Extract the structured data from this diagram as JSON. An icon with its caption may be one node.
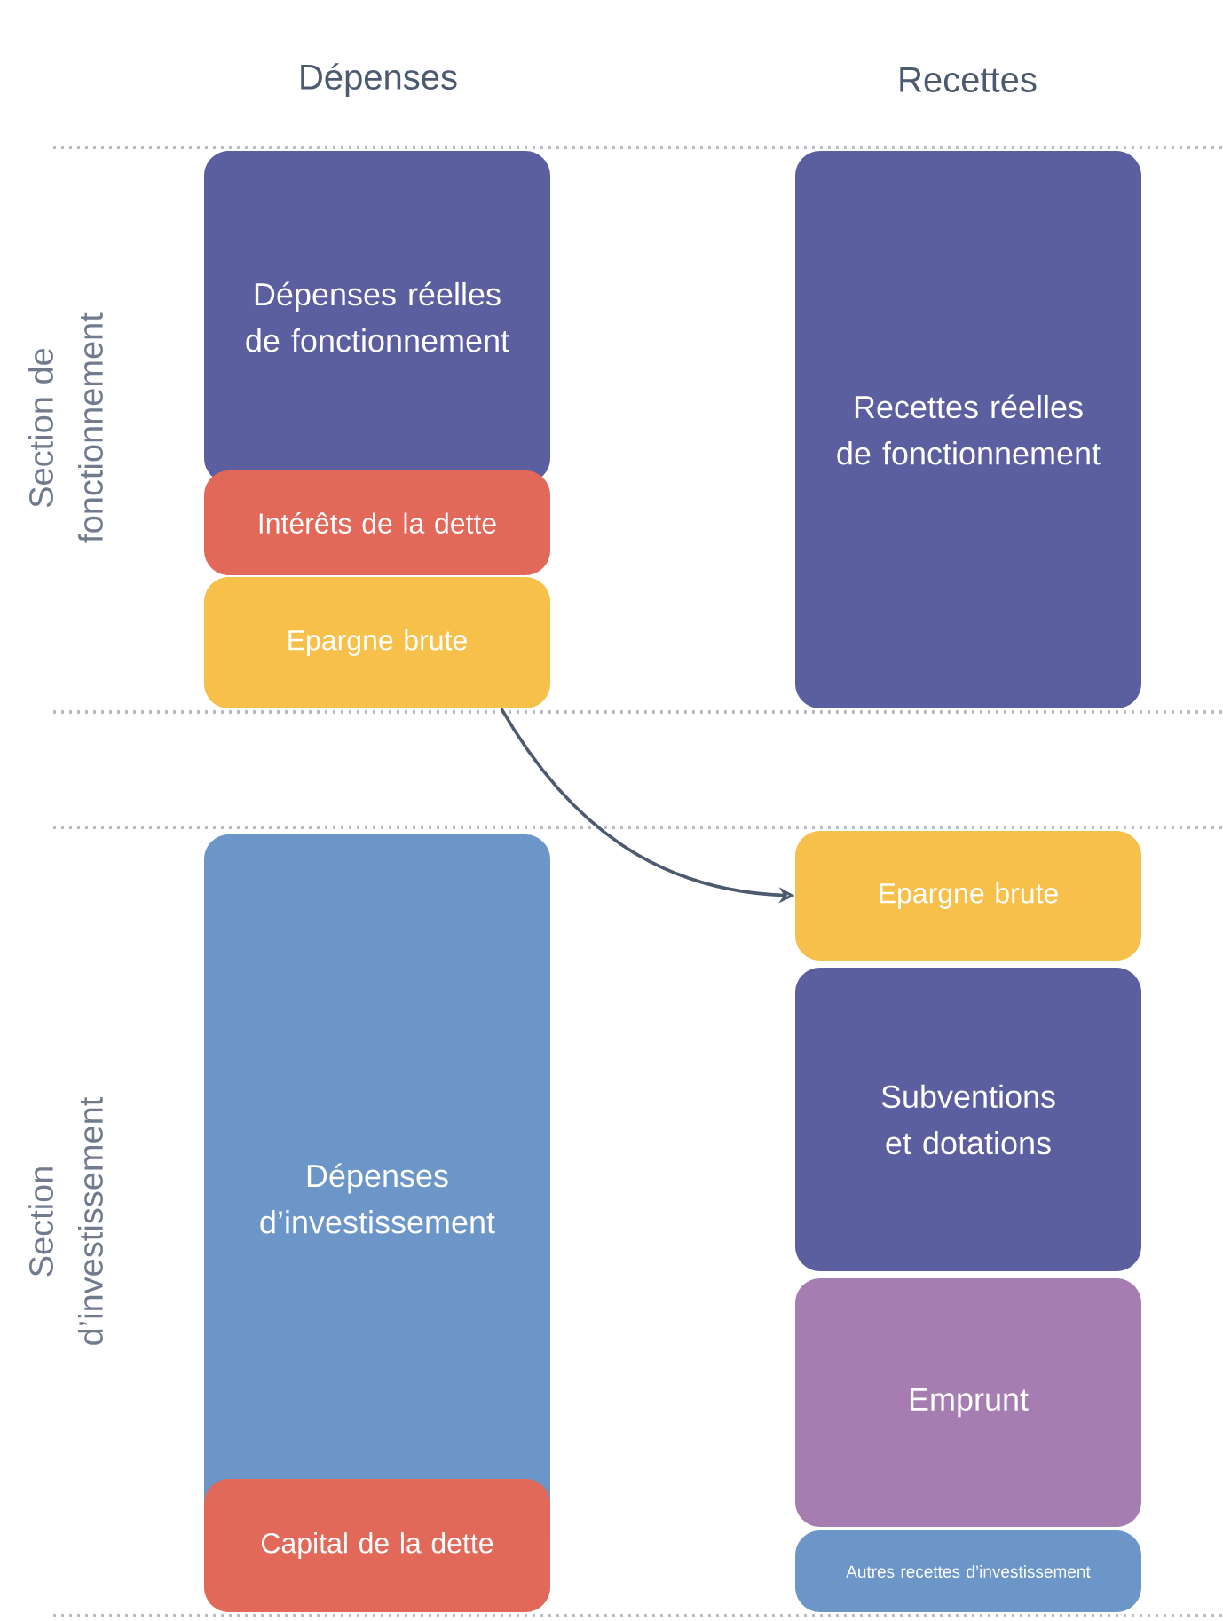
{
  "diagram": {
    "nodes": [
      {
        "text": [
          "Dépenses réelles de fonctionnement"
        ]
      },
      {
        "text": [
          "Intérêts de la dette"
        ]
      },
      {
        "text": [
          "Epargne brute"
        ]
      },
      {
        "text": [
          "Recettes réelles de fonctionnement"
        ]
      },
      {
        "text": [
          "Dépenses d’investissement"
        ]
      },
      {
        "text": [
          "Capital de la dette"
        ]
      },
      {
        "text": [
          "Epargne brute"
        ]
      },
      {
        "text": [
          "Subventions et dotations"
        ]
      },
      {
        "text": [
          "Emprunt"
        ]
      },
      {
        "text": [
          "Autres recettes d’investissement"
        ]
      }
    ],
    "edges": [
      {
        "from": 2,
        "to": 6,
        "arrow": "to"
      }
    ],
    "labels": [
      "Dépenses",
      "Recettes",
      "Section de fonctionnement",
      "Section d’investissement"
    ]
  }
}
